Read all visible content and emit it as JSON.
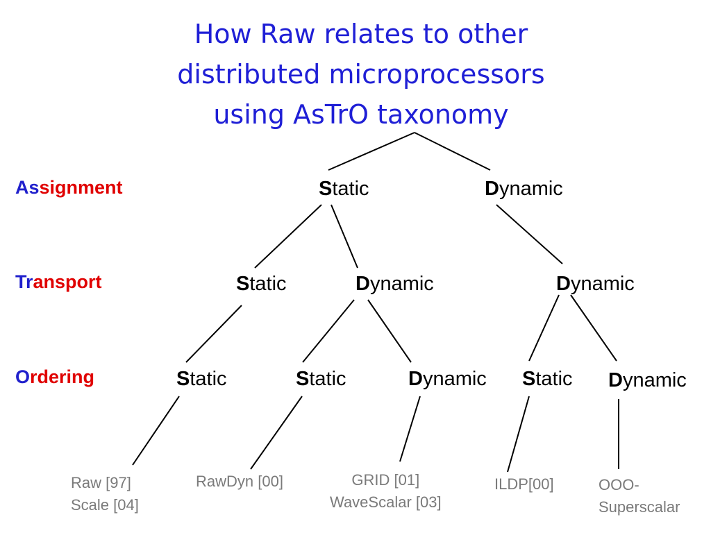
{
  "title": {
    "line1": "How Raw relates to other",
    "line2": "distributed microprocessors",
    "line3": "using AsTrO taxonomy"
  },
  "rows": {
    "assignment": {
      "highlight": "As",
      "rest": "signment"
    },
    "transport": {
      "highlight": "Tr",
      "rest": "ansport"
    },
    "ordering": {
      "highlight": "O",
      "rest": "rdering"
    }
  },
  "nodes": {
    "a_static": {
      "initial": "S",
      "rest": "tatic"
    },
    "a_dynamic": {
      "initial": "D",
      "rest": "ynamic"
    },
    "t_static": {
      "initial": "S",
      "rest": "tatic"
    },
    "t_dynamic_left": {
      "initial": "D",
      "rest": "ynamic"
    },
    "t_dynamic_right": {
      "initial": "D",
      "rest": "ynamic"
    },
    "o_static_1": {
      "initial": "S",
      "rest": "tatic"
    },
    "o_static_2": {
      "initial": "S",
      "rest": "tatic"
    },
    "o_dynamic_1": {
      "initial": "D",
      "rest": "ynamic"
    },
    "o_static_3": {
      "initial": "S",
      "rest": "tatic"
    },
    "o_dynamic_2": {
      "initial": "D",
      "rest": "ynamic"
    }
  },
  "leaves": {
    "raw": {
      "line1": "Raw [97]",
      "line2": "Scale [04]"
    },
    "rawdyn": {
      "line1": "RawDyn [00]"
    },
    "grid": {
      "line1": "GRID [01]",
      "line2": "WaveScalar [03]"
    },
    "ildp": {
      "line1": "ILDP[00]"
    },
    "ooo": {
      "line1": "OOO-",
      "line2": "Superscalar"
    }
  }
}
